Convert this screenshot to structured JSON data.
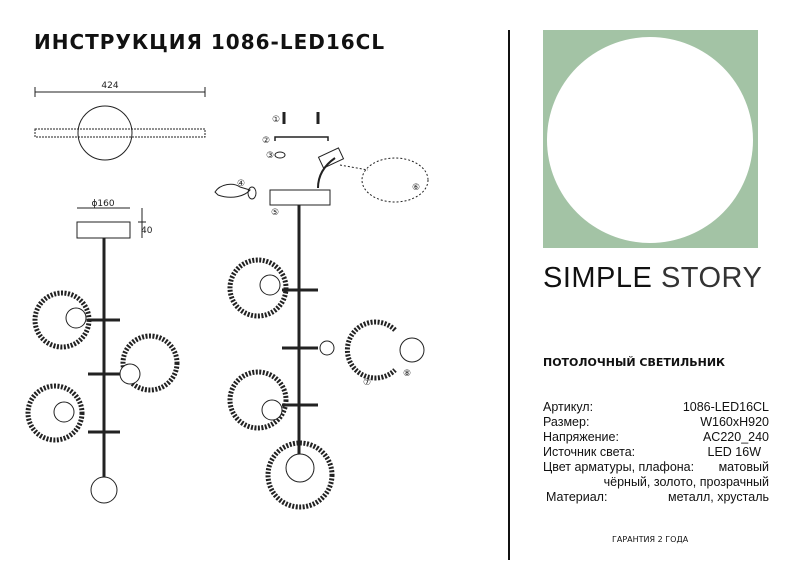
{
  "header": {
    "title": "ИНСТРУКЦИЯ 1086-LED16CL"
  },
  "brand": {
    "logo_colors": {
      "background": "#a3c3a5",
      "circle": "#ffffff"
    },
    "name_bold": "SIMPLE",
    "name_light": "STORY"
  },
  "product": {
    "type": "ПОТОЛОЧНЫЙ СВЕТИЛЬНИК"
  },
  "specs": [
    {
      "label": "Артикул:",
      "value": "1086-LED16CL"
    },
    {
      "label": "Размер:",
      "value": "W160xH920"
    },
    {
      "label": "Напряжение:",
      "value": "AC220_240"
    },
    {
      "label": "Источник света:",
      "value": "LED 16W"
    }
  ],
  "color_spec": {
    "label": "Цвет арматуры, плафона:",
    "value_line1": "матовый",
    "value_line2": "чёрный, золото, прозрачный"
  },
  "material": {
    "label": "Материал:",
    "value": "металл, хрусталь"
  },
  "warranty": "ГАРАНТИЯ 2 ГОДА",
  "dimensions": {
    "width": "424",
    "diameter": "ϕ160",
    "height": "40"
  },
  "steps": [
    "①",
    "②",
    "③",
    "④",
    "⑤",
    "⑥",
    "⑦",
    "⑧"
  ]
}
